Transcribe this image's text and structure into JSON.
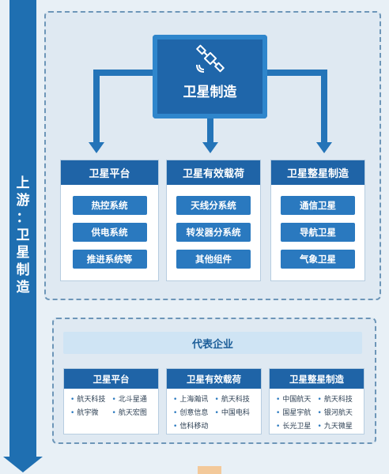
{
  "side_label": [
    "上",
    "游",
    "：",
    "卫",
    "星",
    "制",
    "造"
  ],
  "hub": {
    "title": "卫星制造",
    "icon": "satellite-icon"
  },
  "categories": [
    {
      "title": "卫星平台",
      "items": [
        "热控系统",
        "供电系统",
        "推进系统等"
      ]
    },
    {
      "title": "卫星有效载荷",
      "items": [
        "天线分系统",
        "转发器分系统",
        "其他组件"
      ]
    },
    {
      "title": "卫星整星制造",
      "items": [
        "通信卫星",
        "导航卫星",
        "气象卫星"
      ]
    }
  ],
  "representatives": {
    "title": "代表企业",
    "groups": [
      {
        "title": "卫星平台",
        "companies": [
          "航天科技",
          "北斗星通",
          "航宇微",
          "航天宏图"
        ]
      },
      {
        "title": "卫星有效载荷",
        "companies": [
          "上海瀚讯",
          "航天科技",
          "创意信息",
          "中国电科",
          "信科移动"
        ]
      },
      {
        "title": "卫星整星制造",
        "companies": [
          "中国航天",
          "航天科技",
          "国星宇航",
          "银河航天",
          "长光卫星",
          "九天微星"
        ]
      }
    ]
  },
  "colors": {
    "primary": "#1f64a7",
    "accent": "#2a79bf",
    "panel": "#dfe9f2",
    "background": "#e8f0f6"
  }
}
